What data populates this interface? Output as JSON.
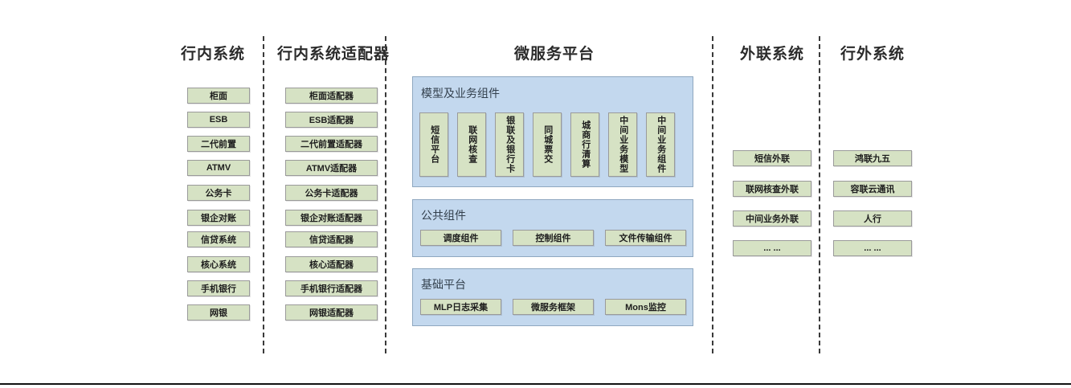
{
  "columns": [
    {
      "title": "行内系统",
      "items": [
        "柜面",
        "ESB",
        "二代前置",
        "ATMV",
        "公务卡",
        "银企对账",
        "信贷系统",
        "核心系统",
        "手机银行",
        "网银"
      ]
    },
    {
      "title": "行内系统适配器",
      "items": [
        "柜面适配器",
        "ESB适配器",
        "二代前置适配器",
        "ATMV适配器",
        "公务卡适配器",
        "银企对账适配器",
        "信贷适配器",
        "核心适配器",
        "手机银行适配器",
        "网银适配器"
      ]
    },
    {
      "title": "微服务平台",
      "panels": [
        {
          "title": "模型及业务组件",
          "items": [
            "短信平台",
            "联网核查",
            "银联及银行卡",
            "同城票交",
            "城商行清算",
            "中间业务模型",
            "中间业务组件"
          ]
        },
        {
          "title": "公共组件",
          "items": [
            "调度组件",
            "控制组件",
            "文件传输组件"
          ]
        },
        {
          "title": "基础平台",
          "items": [
            "MLP日志采集",
            "微服务框架",
            "Mons监控"
          ]
        }
      ]
    },
    {
      "title": "外联系统",
      "items": [
        "短信外联",
        "联网核查外联",
        "中间业务外联",
        "... ..."
      ]
    },
    {
      "title": "行外系统",
      "items": [
        "鸿联九五",
        "容联云通讯",
        "人行",
        "... ..."
      ]
    }
  ],
  "colors": {
    "box_fill": "#d6e2c4",
    "box_border": "#9a9a9a",
    "panel_fill": "#c3d8ee",
    "panel_border": "#8fa8c0",
    "divider": "#3a3a3a",
    "text": "#1d1d1d"
  }
}
